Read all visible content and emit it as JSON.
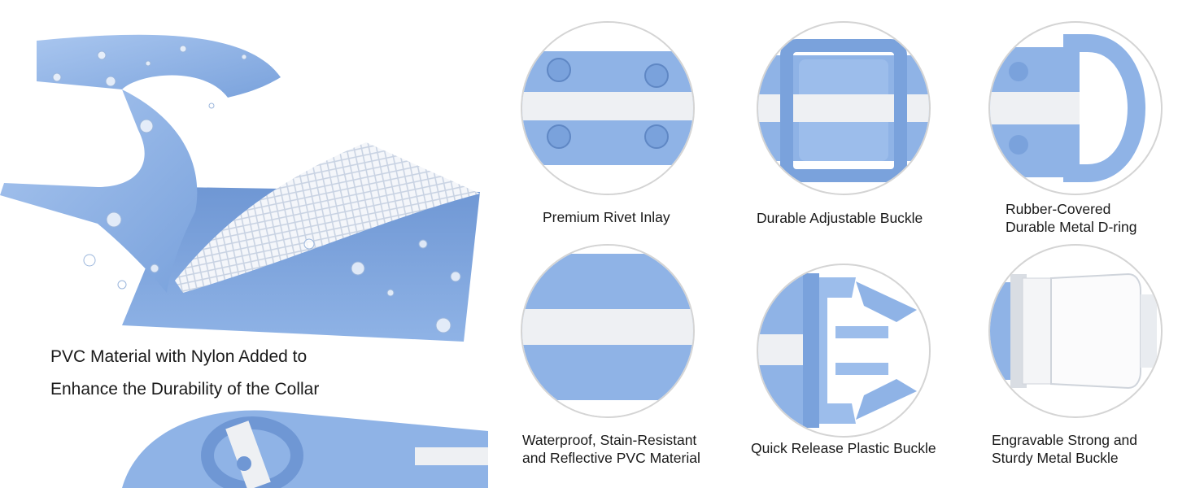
{
  "headline": {
    "line1": "PVC Material with Nylon Added to",
    "line2": "Enhance the Durability of the Collar"
  },
  "features": [
    {
      "icon": "rivet-icon",
      "lines": [
        "Premium Rivet Inlay"
      ]
    },
    {
      "icon": "adjustable-buckle-icon",
      "lines": [
        "Durable Adjustable Buckle"
      ]
    },
    {
      "icon": "d-ring-icon",
      "lines": [
        "Rubber-Covered",
        "Durable Metal D-ring"
      ]
    },
    {
      "icon": "reflective-strip-icon",
      "lines": [
        "Waterproof, Stain-Resistant",
        "and Reflective PVC Material"
      ]
    },
    {
      "icon": "plastic-buckle-icon",
      "lines": [
        "Quick Release Plastic Buckle"
      ]
    },
    {
      "icon": "metal-buckle-icon",
      "lines": [
        "Engravable Strong and",
        "Sturdy Metal Buckle"
      ]
    }
  ],
  "colors": {
    "collar_blue": "#8fb3e6",
    "collar_dark": "#6f97d4",
    "reflective": "#eef0f3",
    "circle_border": "#d4d4d4"
  }
}
